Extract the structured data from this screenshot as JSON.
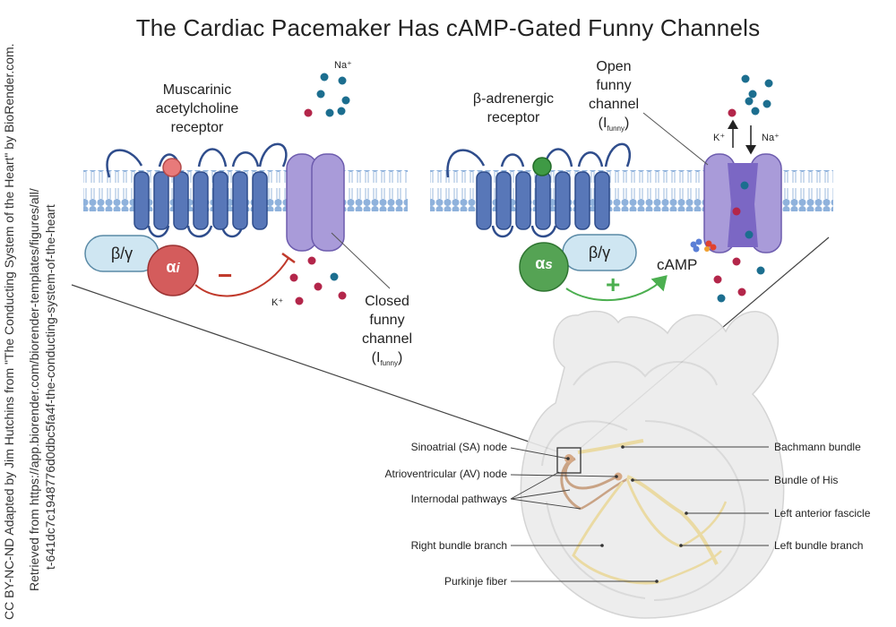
{
  "title": "The Cardiac Pacemaker Has cAMP-Gated Funny Channels",
  "credit": {
    "line1": "CC BY-NC-ND Adapted by Jim Hutchins from \"The Conducting System of the Heart\" by BioRender.com.",
    "line2": "Retrieved from https://app.biorender.com/biorender-templates/figures/all/",
    "line3": "t-641dc7c1948776d0dbc5fa4f-the-conducting-system-of-the-heart"
  },
  "left_panel": {
    "receptor_label": [
      "Muscarinic",
      "acetylcholine",
      "receptor"
    ],
    "beta_gamma": "β/γ",
    "alpha_main": "α",
    "alpha_sub": "i",
    "effect": "−",
    "channel_label": [
      "Closed",
      "funny",
      "channel"
    ],
    "channel_current_main": "(I",
    "channel_current_sub": "funny",
    "channel_current_end": ")",
    "na_label": "Na⁺",
    "k_label": "K⁺"
  },
  "right_panel": {
    "receptor_label": [
      "β-adrenergic",
      "receptor"
    ],
    "beta_gamma": "β/γ",
    "alpha_main": "α",
    "alpha_sub": "s",
    "effect": "+",
    "camp_label": "cAMP",
    "channel_label": [
      "Open",
      "funny",
      "channel"
    ],
    "channel_current_main": "(I",
    "channel_current_sub": "funny",
    "channel_current_end": ")",
    "k_label": "K⁺",
    "na_label": "Na⁺"
  },
  "heart_labels": {
    "left": [
      "Sinoatrial (SA) node",
      "Atrioventricular (AV) node",
      "Internodal pathways",
      "Right bundle branch",
      "Purkinje fiber"
    ],
    "right": [
      "Bachmann bundle",
      "Bundle of His",
      "Left anterior fascicle",
      "Left bundle branch"
    ]
  },
  "colors": {
    "membrane_head": "#8fb2dc",
    "receptor": "#5877b8",
    "receptor_dark": "#2f4d8c",
    "channel": "#a99bd9",
    "channel_open": "#7b67c4",
    "beta_gamma": "#cfe6f2",
    "alpha_i": "#d45c5c",
    "alpha_s": "#55a354",
    "ligand_red": "#e87a7a",
    "ligand_green": "#3f9a45",
    "na_ion": "#1c6e8f",
    "k_ion": "#b3264a",
    "inhibit": "#c0392b",
    "stimulate": "#4caf50"
  }
}
